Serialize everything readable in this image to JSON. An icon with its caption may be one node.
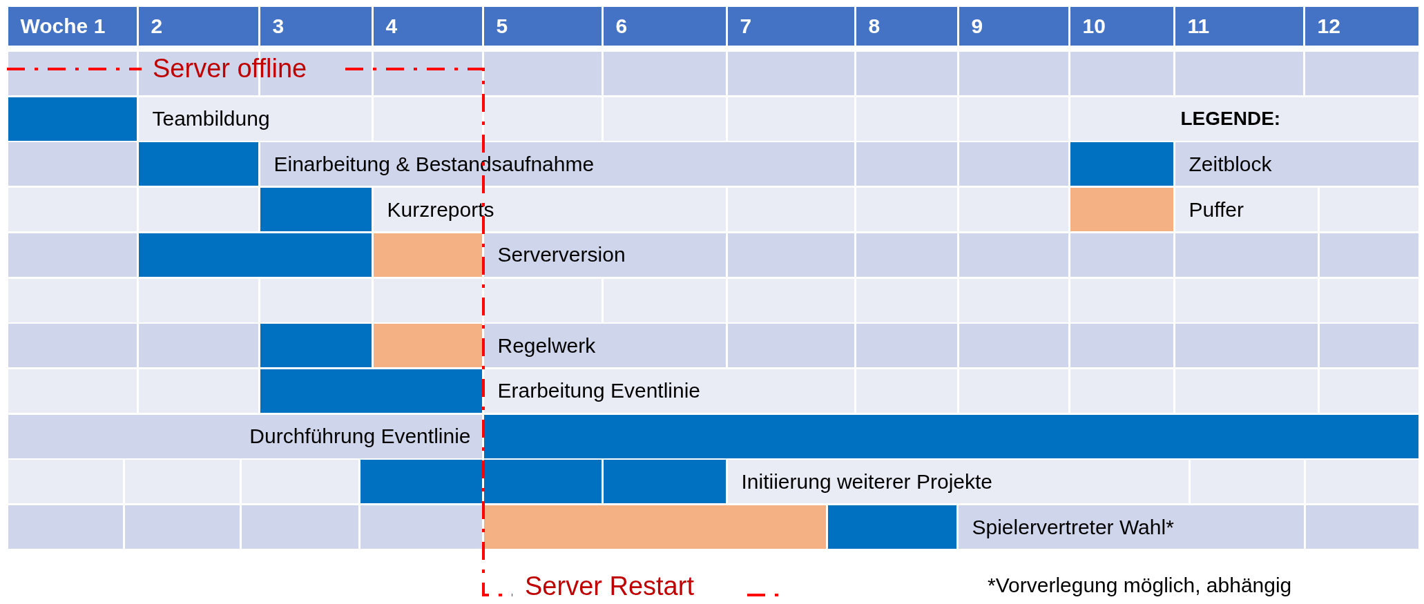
{
  "diagram": {
    "labels": [
      "Woche 1",
      "2",
      "3",
      "4",
      "5",
      "6",
      "7",
      "8",
      "9",
      "10",
      "11",
      "12",
      "Server offline",
      "Teambildung",
      "LEGENDE:",
      "Einarbeitung & Bestandsaufnahme",
      "Kurzreports",
      "Serverversion",
      "Regelwerk",
      "Erarbeitung Eventlinie",
      "Durchführung Eventlinie",
      "Initiierung weiterer Projekte",
      "Spielervertreter Wahl*",
      "Server Restart",
      "*Vorverlegung möglich, abhängig"
    ],
    "nodes": [
      {
        "text": [],
        "shape": "bar"
      },
      {
        "text": [],
        "shape": "bar"
      },
      {
        "text": [],
        "shape": "bar"
      },
      {
        "text": [],
        "shape": "bar"
      },
      {
        "text": [],
        "shape": "bar"
      },
      {
        "text": [],
        "shape": "bar"
      },
      {
        "text": [],
        "shape": "bar"
      },
      {
        "text": [],
        "shape": "bar"
      },
      {
        "text": [],
        "shape": "bar"
      },
      {
        "text": [],
        "shape": "bar"
      },
      {
        "text": [],
        "shape": "bar"
      },
      {
        "text": [],
        "shape": "bar"
      },
      {
        "text": [],
        "shape": "bar"
      },
      {
        "text": [],
        "shape": "bar"
      }
    ],
    "legend": [
      {
        "text": "Zeitblock",
        "color": "#0070c0"
      },
      {
        "text": "Puffer",
        "color": "#f4b183"
      }
    ]
  }
}
